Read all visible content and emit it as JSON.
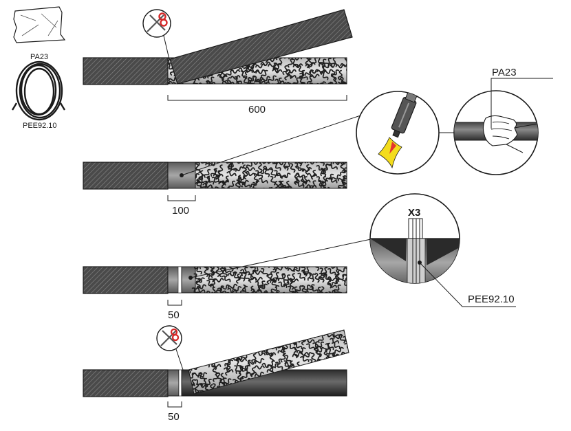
{
  "labels": {
    "tape_top": "PA23",
    "coil_bottom": "PEE92.10",
    "detail_tape": "PA23",
    "detail_wire": "PEE92.10",
    "wraps": "X3"
  },
  "dimensions": {
    "step1": "600",
    "step2": "100",
    "step3": "50",
    "step4": "50"
  },
  "icons": [
    "bag-icon",
    "coil-icon",
    "scissors-icon",
    "torch-icon",
    "hand-icon"
  ],
  "colors": {
    "outline": "#1a1a1a",
    "jacket": "#4a4a4a",
    "core": "#6f6f6f",
    "shield_dark": "#2a2a2a",
    "shield_light": "#c8c8c8",
    "flame": "#f3dc1c",
    "flame_core": "#e4342e",
    "scissors": "#d62828"
  }
}
